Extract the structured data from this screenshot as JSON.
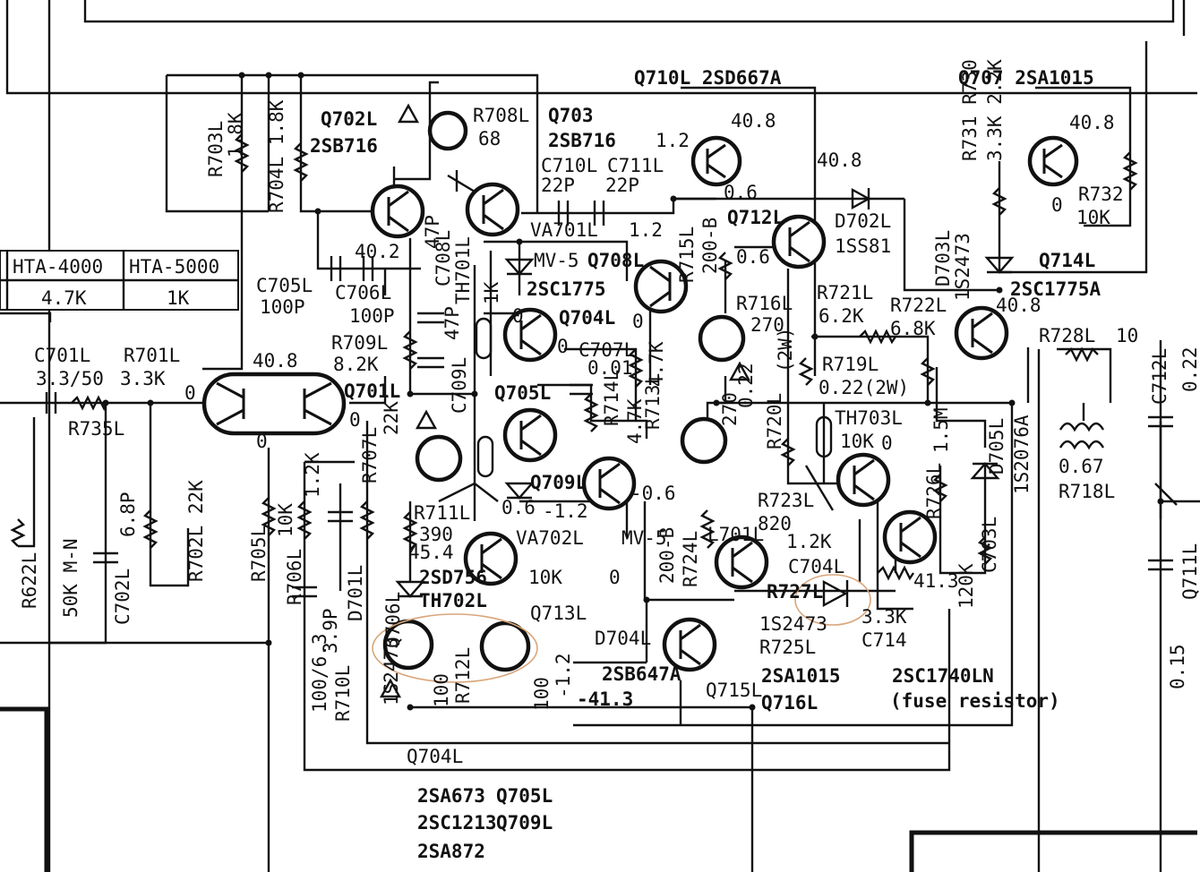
{
  "colors": {
    "ink": "#111111",
    "paper": "#ffffff",
    "highlight": "#d9a57a"
  },
  "table": {
    "headers": [
      "HTA-4000",
      "HTA-5000"
    ],
    "values": [
      "4.7K",
      "1K"
    ]
  },
  "labels": [
    "Q710L 2SD667A",
    "Q707 2SA1015",
    "Q702L",
    "2SB716",
    "R708L",
    "68",
    "Q703",
    "2SB716",
    "1.2",
    "40.8",
    "40.8",
    "40.8",
    "R703L",
    "1.8K",
    "R704L 1.8K",
    "C710L",
    "22P",
    "C711L",
    "22P",
    "0.6",
    "Q712L",
    "D702L",
    "1SS81",
    "R731 R730",
    "1S2473",
    "3.3K 2.2K",
    "R732",
    "10K",
    "0",
    "40.2",
    "C708L",
    "47P",
    "TH701L",
    "VA701L",
    "1.2",
    "R715L",
    "200-B",
    "0.6",
    "D703L",
    "Q714L",
    "2SC1775A",
    "HTA-4000",
    "HTA-5000",
    "MV-5",
    "Q708L",
    "2SC1775",
    "4.7K",
    "1K",
    "C705L",
    "100P",
    "C706L",
    "100P",
    "1K",
    "0",
    "Q704L",
    "0",
    "C707L",
    "0.01",
    "R716L",
    "270",
    "R721L",
    "6.2K",
    "R722L",
    "6.8K",
    "40.8",
    "R728L",
    "10",
    "R709L",
    "8.2K",
    "C709L",
    "47P",
    "4.7K",
    "R719L",
    "0.22(2W)",
    "C712L",
    "0.22",
    "C701L",
    "3.3/50",
    "R701L",
    "3.3K",
    "40.8",
    "0",
    "Q701L",
    "Q705L",
    "0",
    "0.22",
    "(2W)",
    "TH703L",
    "10K",
    "0",
    "R735L",
    "R714L",
    "4.7K",
    "R713L",
    "270",
    "R720L",
    "D705L",
    "1S2076A",
    "1.5M",
    "R707L",
    "22K",
    "0",
    "0",
    "-0.6",
    "R726L",
    "R622L",
    "50K M-N",
    "C702L",
    "6.8P",
    "R702L 22K",
    "R705L",
    "10K",
    "R706L",
    "1.2K",
    "Q709L",
    "-1.2",
    "R723L",
    "820",
    "R711L",
    "390",
    "45.4",
    "VA702L",
    "MV-5",
    "0.6",
    "L701L",
    "0.67",
    "R718L",
    "200-B",
    "R724L",
    "1.2K",
    "C704L",
    "3.9P",
    "D701L",
    "1S2473",
    "Q706L",
    "2SD756",
    "TH702L",
    "10K",
    "0",
    "41.3",
    "Q713L",
    "R727L",
    "120K",
    "C703L",
    "100/6.3",
    "R710L",
    "100",
    "R712L",
    "100",
    "-1.2",
    "D704L",
    "1S2473",
    "R725L",
    "3.3K",
    "C714",
    "0.15",
    "Q711L",
    "2SB647A",
    "-41.3",
    "Q715L",
    "2SA1015",
    "Q716L",
    "2SC1740LN",
    "(fuse resistor)",
    "Q704L",
    "2SA673",
    "Q705L",
    "2SC1213",
    "Q709L",
    "2SA872"
  ]
}
